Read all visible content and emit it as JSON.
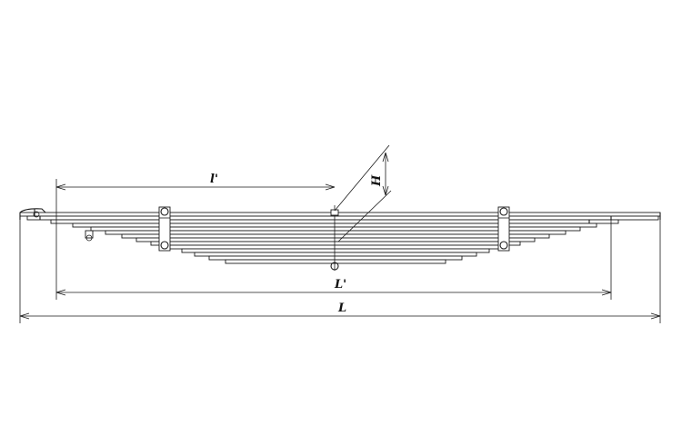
{
  "labels": {
    "l_prime": "l'",
    "H": "H",
    "L_prime": "L'",
    "L": "L"
  },
  "colors": {
    "line": "#1a1a1a",
    "background": "#ffffff"
  }
}
